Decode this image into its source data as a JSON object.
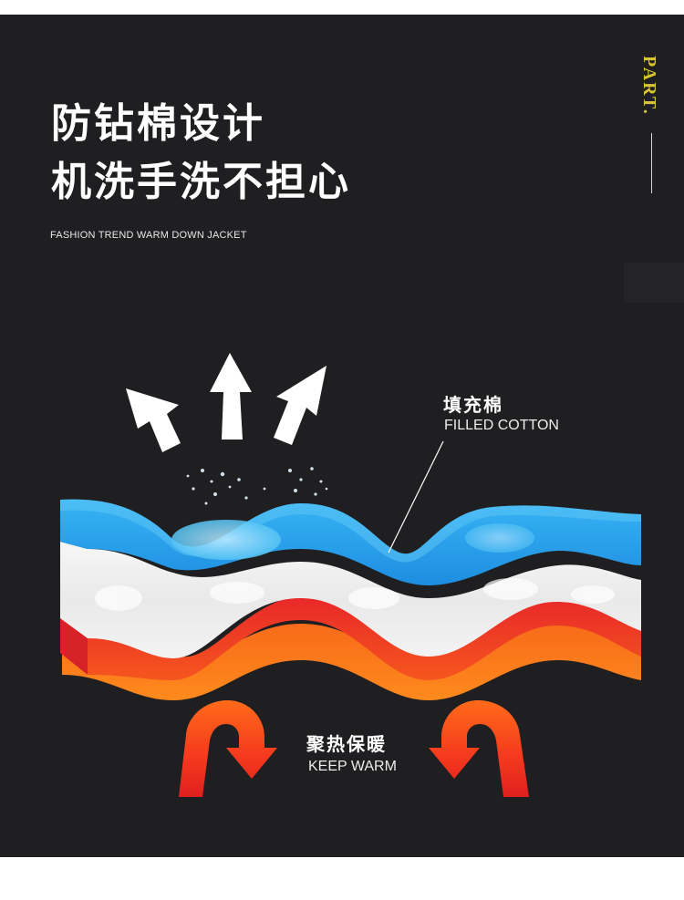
{
  "header": {
    "title_line1": "防钻棉设计",
    "title_line2": "机洗手洗不担心",
    "subtitle": "FASHION TREND WARM DOWN JACKET",
    "part_label": "PART."
  },
  "labels": {
    "filled_cn": "填充棉",
    "filled_en": "FILLED COTTON",
    "warm_cn": "聚热保暖",
    "warm_en": "KEEP WARM"
  },
  "colors": {
    "background": "#1f1f21",
    "outer_layer": "#1f9be8",
    "inner_layer": "#f04a22",
    "accent": "#d9c62f"
  },
  "icons": [
    "up-arrow-icon",
    "u-turn-arrow-icon",
    "water-splash-icon"
  ]
}
